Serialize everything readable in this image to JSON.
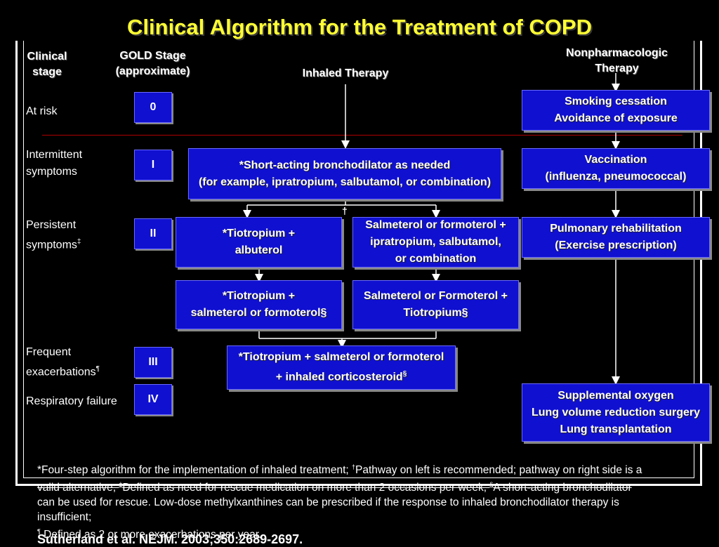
{
  "title": "Clinical Algorithm for the Treatment of COPD",
  "headers": {
    "clinical_stage_1": "Clinical",
    "clinical_stage_2": "stage",
    "gold_stage_1": "GOLD Stage",
    "gold_stage_2": "(approximate)",
    "inhaled": "Inhaled Therapy",
    "nonpharm_1": "Nonpharmacologic",
    "nonpharm_2": "Therapy"
  },
  "stages": [
    {
      "label": "At risk",
      "gold": "0"
    },
    {
      "label_1": "Intermittent",
      "label_2": "symptoms",
      "gold": "I"
    },
    {
      "label_1": "Persistent",
      "label_2": "symptoms",
      "mark": "‡",
      "gold": "II"
    },
    {
      "label_1": "Frequent",
      "label_2": "exacerbations",
      "mark": "¶",
      "gold": "III"
    },
    {
      "label": "Respiratory failure",
      "gold": "IV"
    }
  ],
  "inhaled_boxes": {
    "short_acting_1": "*Short-acting bronchodilator as needed",
    "short_acting_2": "(for example, ipratropium, salbutamol, or combination)",
    "tio_albuterol_1": "*Tiotropium +",
    "tio_albuterol_2": "albuterol",
    "salm_ipra_1": "Salmeterol or formoterol +",
    "salm_ipra_2": "ipratropium, salbutamol,",
    "salm_ipra_3": "or combination",
    "tio_salm_1": "*Tiotropium +",
    "tio_salm_2": "salmeterol or formoterol§",
    "salm_tio_1": "Salmeterol or Formoterol +",
    "salm_tio_2": "Tiotropium§",
    "tio_salm_ics_1": "*Tiotropium + salmeterol or formoterol",
    "tio_salm_ics_2": "+ inhaled corticosteroid",
    "tio_salm_ics_mark": "§"
  },
  "dagger": "†",
  "nonpharm_boxes": {
    "smoking_1": "Smoking cessation",
    "smoking_2": "Avoidance of exposure",
    "vacc_1": "Vaccination",
    "vacc_2": "(influenza, pneumococcal)",
    "rehab_1": "Pulmonary rehabilitation",
    "rehab_2": "(Exercise prescription)",
    "oxygen_1": "Supplemental oxygen",
    "oxygen_2": "Lung volume reduction surgery",
    "oxygen_3": "Lung transplantation"
  },
  "footnote": {
    "line1_a": "*Four-step algorithm for the implementation of inhaled treatment; ",
    "line1_mark": "†",
    "line1_b": "Pathway on left is recommended; pathway on right side is a",
    "line2_a": "valid alternative; ",
    "line2_mark1": "‡",
    "line2_b": "Defined as need for rescue medication on more than 2 occasions per week; ",
    "line2_mark2": "§",
    "line2_c": "A short-acting bronchodilator",
    "line3": "can be used for rescue. Low-dose methylxanthines can be prescribed if the response to inhaled bronchodilator therapy is",
    "line4": "insufficient;",
    "line5_mark": "¶",
    "line5": " Defined as 2 or more exacerbations per year."
  },
  "citation": "Sutherland et al. NEJM. 2003;350:2689-2697."
}
